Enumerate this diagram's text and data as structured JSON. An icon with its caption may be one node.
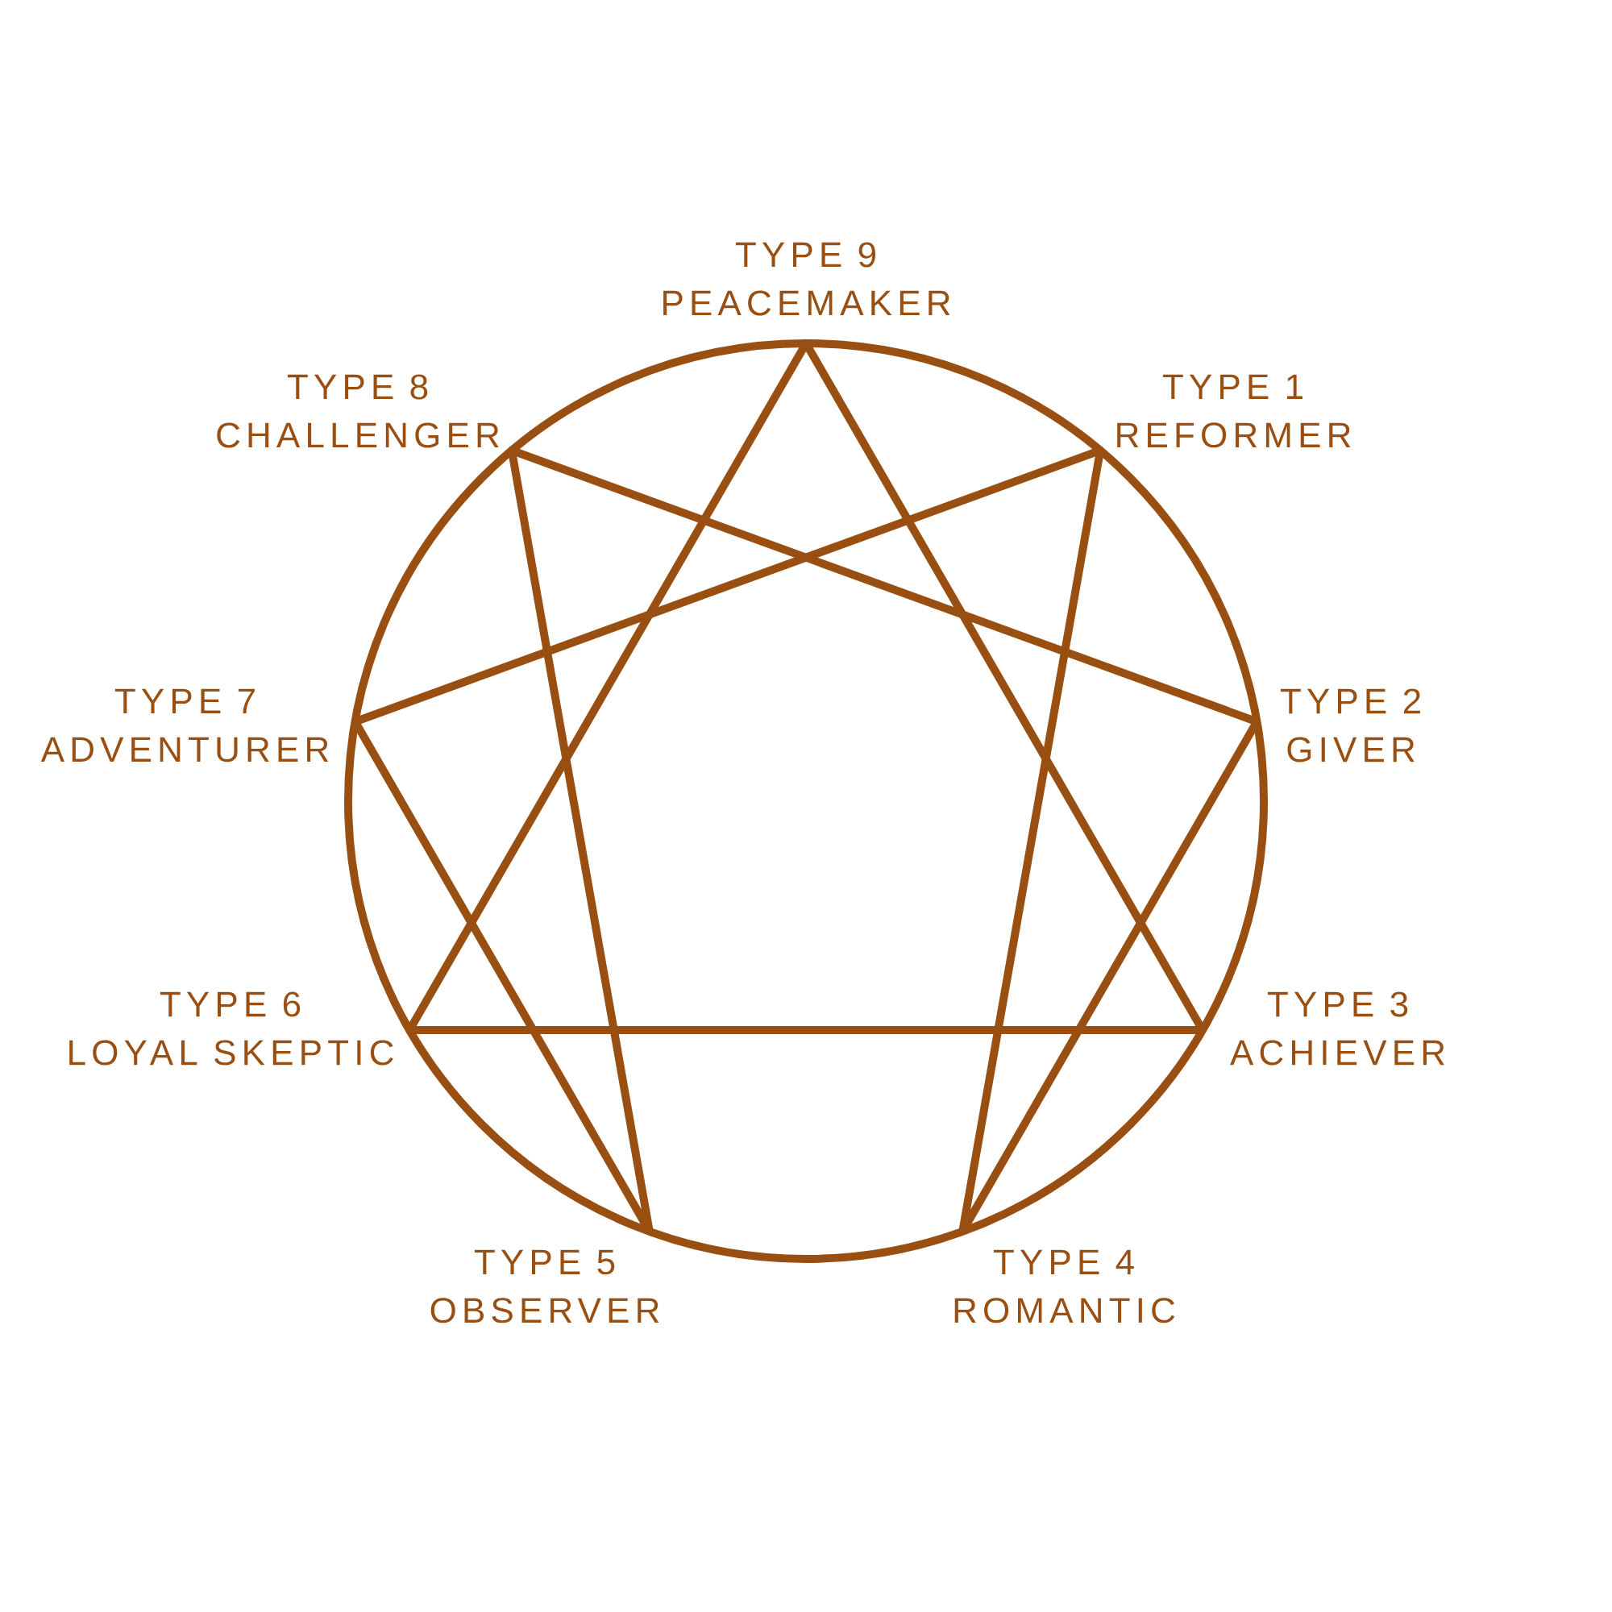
{
  "diagram": {
    "nodes": [
      {
        "text": [
          "TYPE 9",
          "PEACEMAKER"
        ]
      },
      {
        "text": [
          "TYPE 8",
          "CHALLENGER"
        ]
      },
      {
        "text": [
          "TYPE 1",
          "REFORMER"
        ]
      },
      {
        "text": [
          "TYPE 7",
          "ADVENTURER"
        ]
      },
      {
        "text": [
          "TYPE 2",
          "GIVER"
        ]
      },
      {
        "text": [
          "TYPE 6",
          "LOYAL SKEPTIC"
        ]
      },
      {
        "text": [
          "TYPE 3",
          "ACHIEVER"
        ]
      },
      {
        "text": [
          "TYPE 5",
          "OBSERVER"
        ]
      },
      {
        "text": [
          "TYPE 4",
          "ROMANTIC"
        ]
      }
    ],
    "edges": [
      {
        "from": 0,
        "to": 6,
        "arrow": "none"
      },
      {
        "from": 6,
        "to": 5,
        "arrow": "none"
      },
      {
        "from": 5,
        "to": 0,
        "arrow": "none"
      },
      {
        "from": 2,
        "to": 8,
        "arrow": "none"
      },
      {
        "from": 8,
        "to": 4,
        "arrow": "none"
      },
      {
        "from": 4,
        "to": 1,
        "arrow": "none"
      },
      {
        "from": 1,
        "to": 7,
        "arrow": "none"
      },
      {
        "from": 7,
        "to": 3,
        "arrow": "none"
      },
      {
        "from": 3,
        "to": 2,
        "arrow": "none"
      }
    ]
  }
}
